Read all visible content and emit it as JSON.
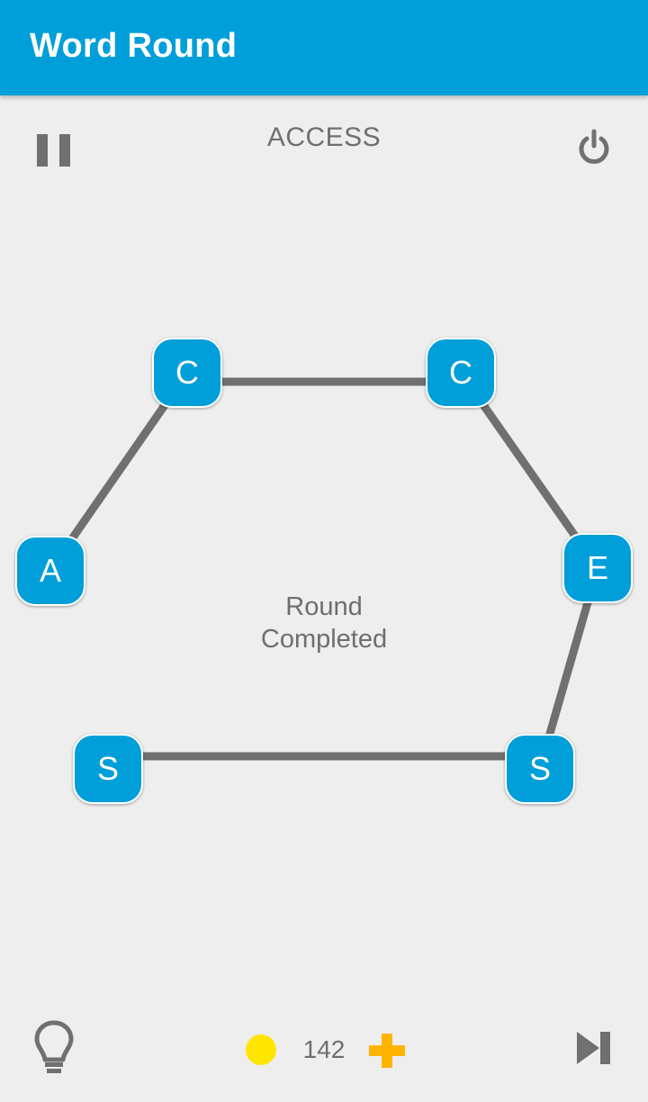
{
  "app": {
    "title": "Word Round"
  },
  "game": {
    "target_word": "ACCESS",
    "status_line1": "Round",
    "status_line2": "Completed",
    "coins": "142",
    "tiles": [
      {
        "letter": "A"
      },
      {
        "letter": "C"
      },
      {
        "letter": "C"
      },
      {
        "letter": "E"
      },
      {
        "letter": "S"
      },
      {
        "letter": "S"
      }
    ]
  },
  "icons": {
    "pause": "pause-icon",
    "power": "power-icon",
    "hint": "lightbulb-icon",
    "coin": "coin-icon",
    "add": "plus-icon",
    "skip": "skip-icon"
  },
  "colors": {
    "primary": "#009fd9",
    "path": "#707070",
    "coin": "#ffe600",
    "add": "#ffb400",
    "icon_gray": "#6e6e6e"
  }
}
